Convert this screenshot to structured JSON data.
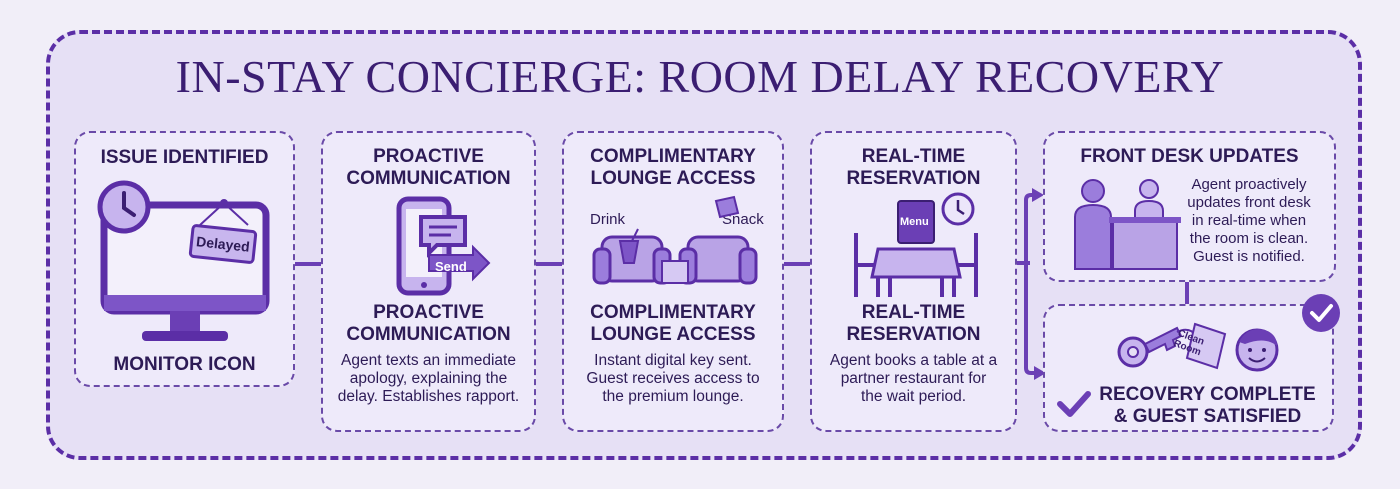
{
  "title": "IN-STAY CONCIERGE: ROOM DELAY RECOVERY",
  "colors": {
    "accent": "#6b3fb5",
    "light": "#b9a3e6",
    "frame": "#5b2ea6"
  },
  "steps": [
    {
      "heading": "ISSUE IDENTIFIED",
      "icon": "monitor-clock-icon",
      "sign_label": "Delayed",
      "caption": "MONITOR ICON"
    },
    {
      "heading": "PROACTIVE\nCOMMUNICATION",
      "icon": "phone-message-icon",
      "send_label": "Send",
      "subheading": "PROACTIVE\nCOMMUNICATION",
      "text": "Agent texts an immediate\napology, explaining the\ndelay. Establishes rapport."
    },
    {
      "heading": "COMPLIMENTARY\nLOUNGE ACCESS",
      "icon": "lounge-sofa-icon",
      "drink_label": "Drink",
      "snack_label": "Snack",
      "subheading": "COMPLIMENTARY\nLOUNGE ACCESS",
      "text": "Instant digital key sent.\nGuest receives access to\nthe premium lounge."
    },
    {
      "heading": "REAL-TIME\nRESERVATION",
      "icon": "restaurant-table-icon",
      "menu_label": "Menu",
      "subheading": "REAL-TIME\nRESERVATION",
      "text": "Agent books a table at a\npartner restaurant for\nthe wait period."
    }
  ],
  "front_desk": {
    "heading": "FRONT DESK UPDATES",
    "icon": "front-desk-icon",
    "text": "Agent proactively\nupdates front desk\nin real-time when\nthe room is clean.\nGuest is notified."
  },
  "complete": {
    "icon": "key-guest-icon",
    "tag_label": "Clean\nRoom",
    "text": "RECOVERY COMPLETE\n& GUEST SATISFIED"
  }
}
